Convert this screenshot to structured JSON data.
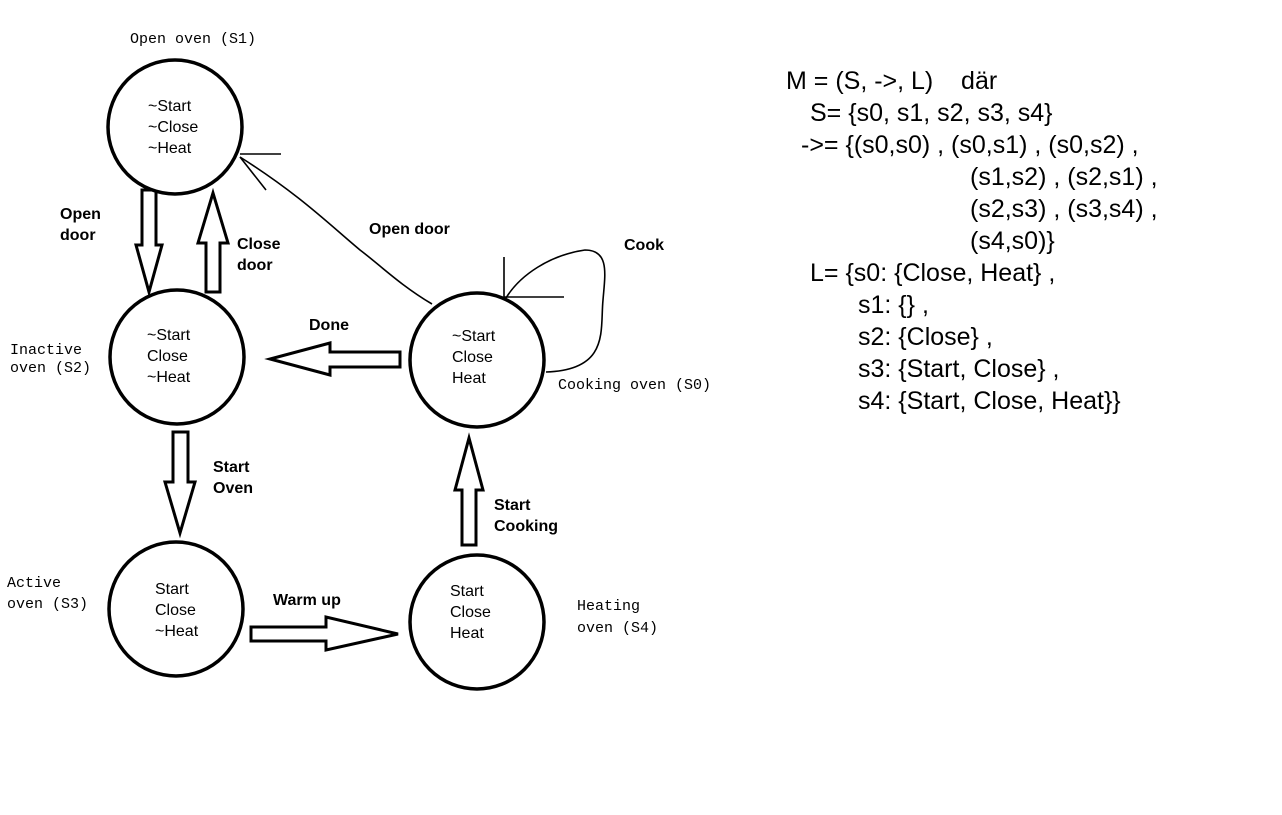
{
  "states": {
    "s1": {
      "name": "Open oven (S1)",
      "lines": [
        "~Start",
        "~Close",
        "~Heat"
      ]
    },
    "s2": {
      "name_line1": "Inactive",
      "name_line2": "oven (S2)",
      "lines": [
        "~Start",
        "Close",
        "~Heat"
      ]
    },
    "s0": {
      "name": "Cooking oven (S0)",
      "lines": [
        "~Start",
        "Close",
        "Heat"
      ]
    },
    "s3": {
      "name_line1": "Active",
      "name_line2": "oven (S3)",
      "lines": [
        "Start",
        "Close",
        "~Heat"
      ]
    },
    "s4": {
      "name_line1": "Heating",
      "name_line2": "oven (S4)",
      "lines": [
        "Start",
        "Close",
        "Heat"
      ]
    }
  },
  "transitions": {
    "open_door_s1_s2": [
      "Open",
      "door"
    ],
    "close_door_s2_s1": [
      "Close",
      "door"
    ],
    "open_door_s0_s1": "Open door",
    "cook_s0_s0": "Cook",
    "done_s0_s2": "Done",
    "start_oven_s2_s3": [
      "Start",
      "Oven"
    ],
    "warm_up_s3_s4": "Warm up",
    "start_cooking_s4_s0": [
      "Start",
      "Cooking"
    ]
  },
  "formula": {
    "model": "M = (S, ->, L)    där",
    "states_set": "S= {s0, s1, s2, s3, s4}",
    "relation_line1": "->= {(s0,s0) , (s0,s1) , (s0,s2) ,",
    "relation_line2": "(s1,s2) , (s2,s1) ,",
    "relation_line3": "(s2,s3) , (s3,s4) ,",
    "relation_line4": "(s4,s0)}",
    "labels_line1": "L= {s0: {Close, Heat} ,",
    "labels_line2": "s1: {} ,",
    "labels_line3": "s2: {Close} ,",
    "labels_line4": "s3: {Start, Close} ,",
    "labels_line5": "s4: {Start, Close, Heat}}"
  }
}
